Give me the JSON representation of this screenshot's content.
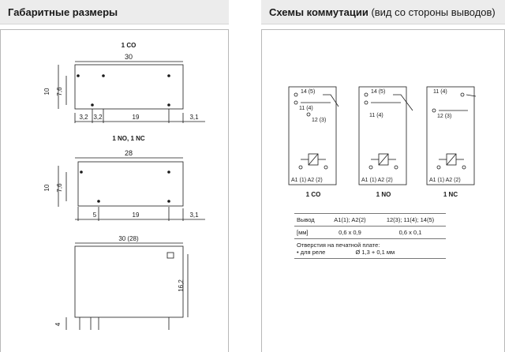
{
  "left_panel": {
    "header": "Габаритные размеры",
    "drawing1": {
      "title": "1 CO",
      "width": "30",
      "height": "10",
      "pin_row": "7,6",
      "dim_a": "3,2",
      "dim_b": "3,2",
      "dim_c": "19",
      "dim_d": "3,1"
    },
    "drawing2": {
      "title": "1 NO, 1 NC",
      "width": "28",
      "height": "10",
      "pin_row": "7,6",
      "dim_a": "5",
      "dim_b": "19",
      "dim_c": "3,1"
    },
    "drawing3": {
      "width": "30 (28)",
      "height": "16,2",
      "pin_len": "4"
    }
  },
  "right_panel": {
    "header_main": "Схемы коммутации",
    "header_sub": "(вид со стороны выводов)",
    "schematics": [
      {
        "caption": "1 CO",
        "t1": "14 (5)",
        "t2": "11 (4)",
        "t3": "12 (3)",
        "coil": "A1 (1) A2 (2)"
      },
      {
        "caption": "1 NO",
        "t1": "14 (5)",
        "t2": "11 (4)",
        "coil": "A1 (1) A2 (2)"
      },
      {
        "caption": "1 NC",
        "t1": "11 (4)",
        "t2": "12 (3)",
        "coil": "A1 (1) A2 (2)"
      }
    ],
    "table": {
      "h1": "Вывод",
      "h2": "A1(1); A2(2)",
      "h3": "12(3); 11(4); 14(5)",
      "r1c1": "[мм]",
      "r1c2": "0,6 x 0,9",
      "r1c3": "0,6 x 0,1",
      "note1": "Отверстия на печатной плате:",
      "note2": "• для реле",
      "note3": "Ø 1,3 + 0,1 мм"
    }
  },
  "colors": {
    "header_bg": "#ececec",
    "line": "#1a1a1a",
    "frame": "#b8b8b8"
  }
}
